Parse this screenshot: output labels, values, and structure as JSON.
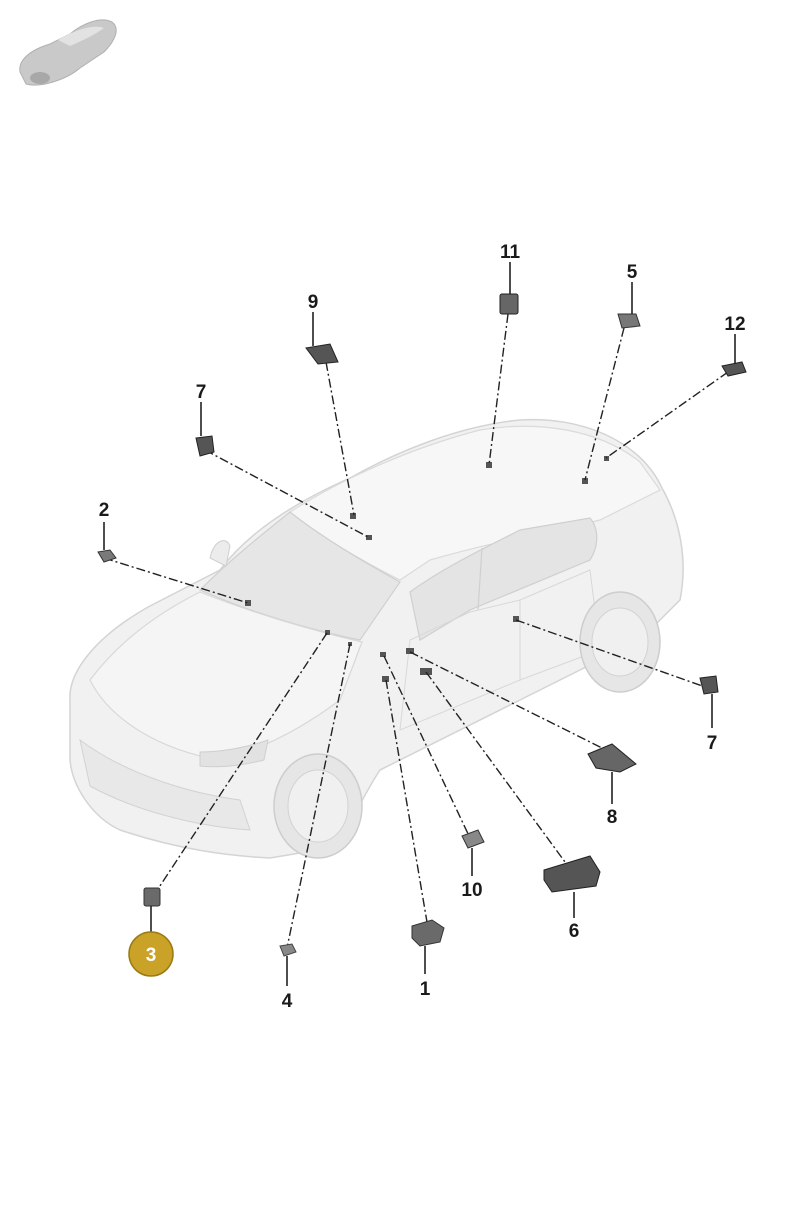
{
  "thumbnail": {
    "icon": "car-thumbnail-icon"
  },
  "vehicle": {
    "icon": "suv-outline-icon"
  },
  "selected_callout": "3",
  "colors": {
    "selected_fill": "#c9a227",
    "selected_stroke": "#9a7a12",
    "body_fill": "#f0f0f0",
    "body_stroke": "#d6d6d6"
  },
  "callouts": [
    {
      "id": "c1",
      "label": "1"
    },
    {
      "id": "c2",
      "label": "2"
    },
    {
      "id": "c3",
      "label": "3"
    },
    {
      "id": "c4",
      "label": "4"
    },
    {
      "id": "c5",
      "label": "5"
    },
    {
      "id": "c6",
      "label": "6"
    },
    {
      "id": "c7a",
      "label": "7"
    },
    {
      "id": "c7b",
      "label": "7"
    },
    {
      "id": "c8",
      "label": "8"
    },
    {
      "id": "c9",
      "label": "9"
    },
    {
      "id": "c10",
      "label": "10"
    },
    {
      "id": "c11",
      "label": "11"
    },
    {
      "id": "c12",
      "label": "12"
    }
  ]
}
